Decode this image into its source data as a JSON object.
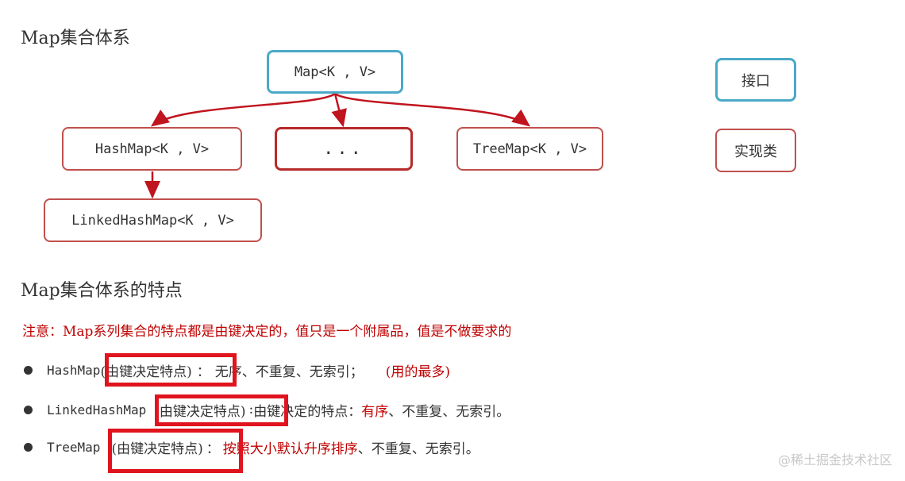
{
  "section1": {
    "title": "Map集合体系"
  },
  "diagram": {
    "map": "Map<K , V>",
    "hashmap": "HashMap<K , V>",
    "ellipsis": "...",
    "treemap": "TreeMap<K , V>",
    "linkedhashmap": "LinkedHashMap<K , V>",
    "legend_interface": "接口",
    "legend_impl": "实现类",
    "colors": {
      "interface": "#4ba9c8",
      "impl": "#c0504d",
      "arrow": "#c0141e"
    }
  },
  "section2": {
    "title": "Map集合体系的特点",
    "note": "注意：Map系列集合的特点都是由键决定的，值只是一个附属品，值是不做要求的",
    "items": [
      {
        "name": "HashMap",
        "tag": "(由键决定特点)",
        "sep": "：",
        "desc": "无序、不重复、无索引；",
        "extra": "(用的最多)"
      },
      {
        "name": "LinkedHashMap",
        "tag": "(由键决定特点)",
        "sep": ":",
        "desc_prefix": "由键决定的特点：",
        "desc_red": "有序",
        "desc_rest": "、不重复、无索引。"
      },
      {
        "name": "TreeMap",
        "tag": "(由键决定特点)",
        "sep": "：",
        "desc_red": "按照大小默认升序排序",
        "desc_rest": "、不重复、无索引。"
      }
    ]
  },
  "watermark": "@稀土掘金技术社区"
}
